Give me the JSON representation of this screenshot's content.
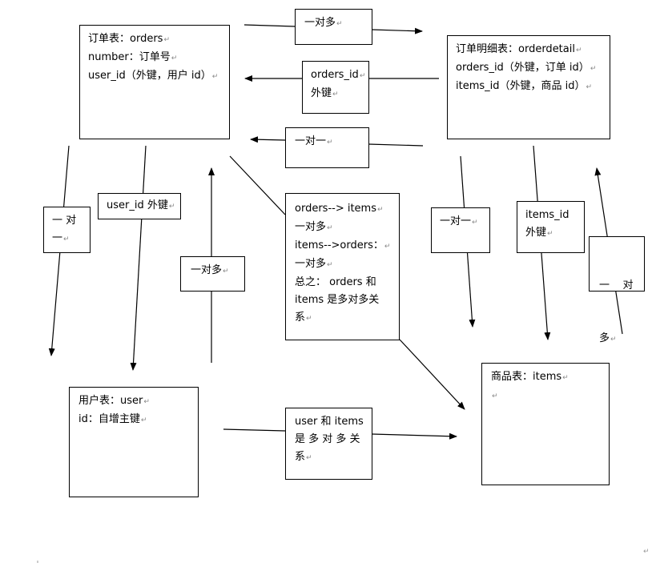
{
  "diagram": {
    "entities": {
      "orders": {
        "lines": [
          "订单表：orders",
          "number：订单号",
          "user_id（外键，用户 id）"
        ]
      },
      "orderdetail": {
        "lines": [
          "订单明细表：orderdetail",
          "orders_id（外键，订单 id）",
          "items_id（外键，商品 id）"
        ]
      },
      "user": {
        "lines": [
          "用户表：user",
          "id：自增主键"
        ]
      },
      "items": {
        "lines": [
          "商品表：items",
          ""
        ]
      }
    },
    "labels": {
      "orders_to_orderdetail": {
        "lines": [
          "一对多"
        ]
      },
      "orderdetail_fk_orders": {
        "lines": [
          "orders_id",
          "外键"
        ]
      },
      "orderdetail_to_orders": {
        "lines": [
          "一对一"
        ]
      },
      "orders_to_user_one_to_one": {
        "lines": [
          "一 对",
          "一"
        ]
      },
      "orders_fk_user": {
        "lines": [
          "user_id 外键"
        ]
      },
      "user_to_orders": {
        "lines": [
          "一对多"
        ]
      },
      "orders_items_summary": {
        "lines": [
          "orders--> items",
          "一对多",
          "items-->orders：",
          "一对多",
          "总之： orders  和",
          "items  是多对多关",
          "系"
        ]
      },
      "orderdetail_to_items": {
        "lines": [
          "一对一"
        ]
      },
      "orderdetail_fk_items": {
        "lines": [
          "items_id",
          "外键"
        ]
      },
      "items_to_orderdetail": {
        "lines": [
          "一    对",
          "多"
        ]
      },
      "user_items_relation": {
        "lines": [
          "user 和 items",
          "是 多 对 多 关",
          "系"
        ]
      }
    }
  }
}
